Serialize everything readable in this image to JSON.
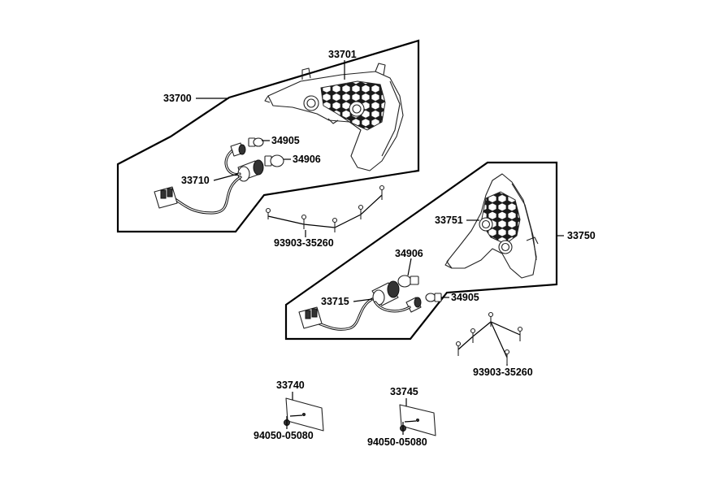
{
  "labels": {
    "assembly_left": "33700",
    "lens_left": "33701",
    "bulb_small_left": "34905",
    "bulb_large_left": "34906",
    "socket_left": "33710",
    "screw_left": "93903-35260",
    "assembly_right": "33750",
    "lens_right": "33751",
    "bulb_large_right": "34906",
    "socket_right": "33715",
    "bulb_small_right": "34905",
    "screw_right": "93903-35260",
    "reflector_left": "33740",
    "bolt_left": "94050-05080",
    "reflector_right": "33745",
    "bolt_right": "94050-05080"
  },
  "colors": {
    "line": "#000000",
    "background": "#ffffff"
  }
}
